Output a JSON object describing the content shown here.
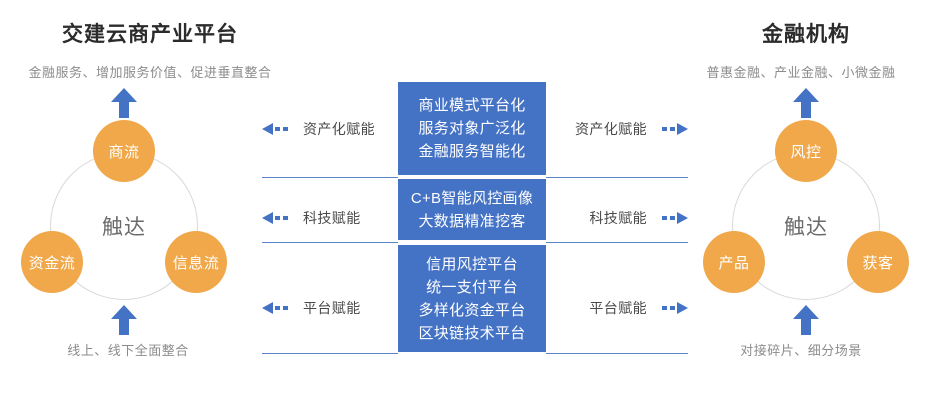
{
  "left_column": {
    "title": "交建云商产业平台",
    "subtitle": "金融服务、增加服务价值、促进垂直整合",
    "top_arrow_icon": "arrow-up-icon",
    "bottom_arrow_icon": "arrow-up-icon",
    "caption": "线上、线下全面整合",
    "circle": {
      "center": "触达",
      "nodes": [
        {
          "label": "商流",
          "position": "top"
        },
        {
          "label": "资金流",
          "position": "left"
        },
        {
          "label": "信息流",
          "position": "right"
        }
      ]
    }
  },
  "right_column": {
    "title": "金融机构",
    "subtitle": "普惠金融、产业金融、小微金融",
    "top_arrow_icon": "arrow-up-icon",
    "bottom_arrow_icon": "arrow-up-icon",
    "caption": "对接碎片、细分场景",
    "circle": {
      "center": "触达",
      "nodes": [
        {
          "label": "风控",
          "position": "top"
        },
        {
          "label": "产品",
          "position": "left"
        },
        {
          "label": "获客",
          "position": "right"
        }
      ]
    }
  },
  "center": {
    "rows": [
      {
        "left_label": "资产化赋能",
        "right_label": "资产化赋能",
        "left_arrow_icon": "dashed-arrow-left-icon",
        "right_arrow_icon": "dashed-arrow-right-icon",
        "panel_lines": [
          "商业模式平台化",
          "服务对象广泛化",
          "金融服务智能化"
        ]
      },
      {
        "left_label": "科技赋能",
        "right_label": "科技赋能",
        "left_arrow_icon": "dashed-arrow-left-icon",
        "right_arrow_icon": "dashed-arrow-right-icon",
        "panel_lines": [
          "C+B智能风控画像",
          "大数据精准挖客"
        ]
      },
      {
        "left_label": "平台赋能",
        "right_label": "平台赋能",
        "left_arrow_icon": "dashed-arrow-left-icon",
        "right_arrow_icon": "dashed-arrow-right-icon",
        "panel_lines": [
          "信用风控平台",
          "统一支付平台",
          "多样化资金平台",
          "区块链技术平台"
        ]
      }
    ]
  },
  "colors": {
    "blue": "#4472c4",
    "orange": "#f0a84b",
    "rule": "#5b84c9",
    "ring": "#d9d9d9",
    "title": "#2b2b2b",
    "subtitle": "#8c8c8c",
    "hub_text": "#6b6b6b"
  }
}
